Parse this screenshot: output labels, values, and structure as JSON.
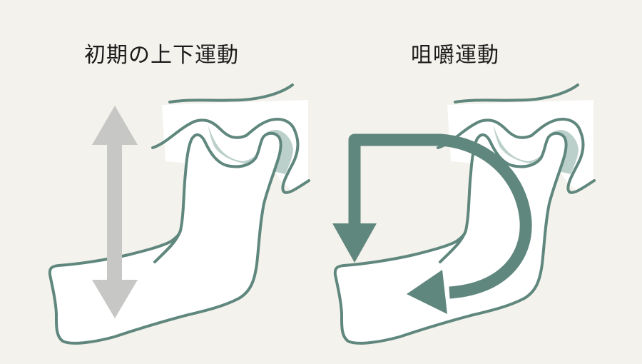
{
  "panels": [
    {
      "title": "初期の上下運動",
      "arrow": "double-vertical-arrow",
      "arrow_color": "#c7c7c5"
    },
    {
      "title": "咀嚼運動",
      "arrow": "chewing-cycle-arrow",
      "arrow_color": "#5f877d"
    }
  ],
  "colors": {
    "background": "#f4f2ec",
    "outline": "#5f877d",
    "disc_fill": "#bcd0cb",
    "bone_fill": "#ffffff",
    "title_text": "#1a1a1a"
  }
}
